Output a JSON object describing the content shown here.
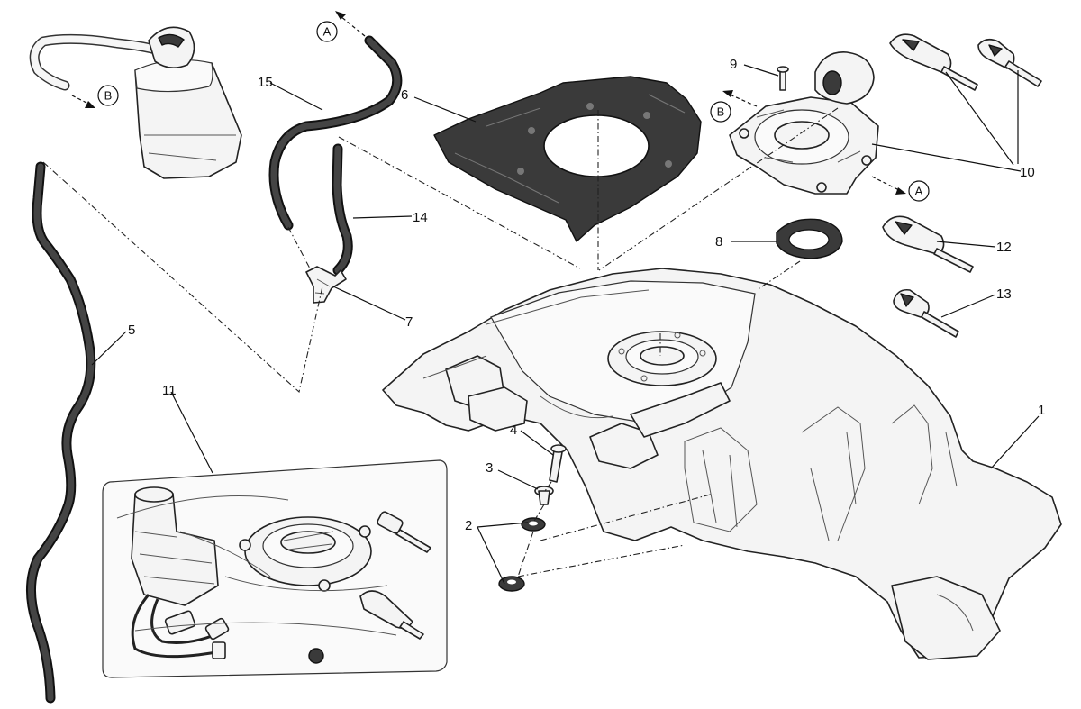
{
  "diagram": {
    "callouts": [
      {
        "id": "c1",
        "text": "1"
      },
      {
        "id": "c2",
        "text": "2"
      },
      {
        "id": "c3",
        "text": "3"
      },
      {
        "id": "c4",
        "text": "4"
      },
      {
        "id": "c5",
        "text": "5"
      },
      {
        "id": "c6",
        "text": "6"
      },
      {
        "id": "c7",
        "text": "7"
      },
      {
        "id": "c8",
        "text": "8"
      },
      {
        "id": "c9",
        "text": "9"
      },
      {
        "id": "c10",
        "text": "10"
      },
      {
        "id": "c11",
        "text": "11"
      },
      {
        "id": "c12",
        "text": "12"
      },
      {
        "id": "c13",
        "text": "13"
      },
      {
        "id": "c14",
        "text": "14"
      },
      {
        "id": "c15",
        "text": "15"
      }
    ],
    "references": [
      {
        "id": "ref-a-top",
        "text": "A"
      },
      {
        "id": "ref-b-left",
        "text": "B"
      },
      {
        "id": "ref-b-right",
        "text": "B"
      },
      {
        "id": "ref-a-right",
        "text": "A"
      }
    ],
    "colors": {
      "line": "#111111",
      "part_fill": "#f4f4f4",
      "hose": "#444444",
      "background": "#ffffff"
    }
  }
}
